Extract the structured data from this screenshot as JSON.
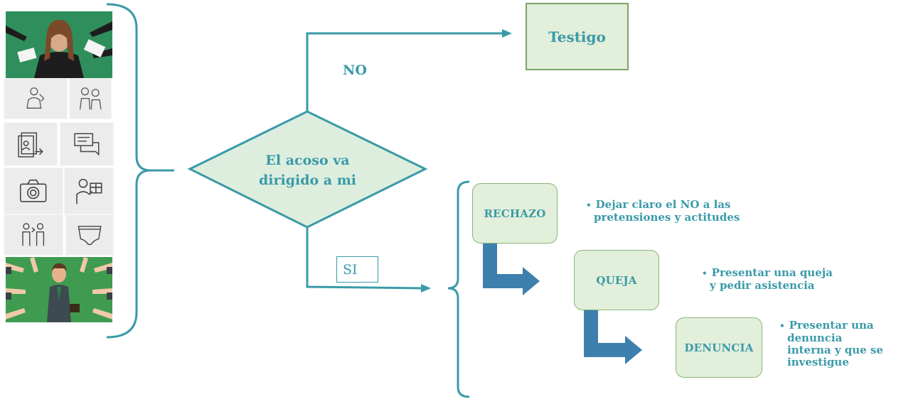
{
  "diagram": {
    "decision": {
      "text_line1": "El acoso va",
      "text_line2": "dirigido a mi"
    },
    "branch_no": {
      "label": "NO",
      "result": "Testigo"
    },
    "branch_si": {
      "label": "SI"
    },
    "steps": [
      {
        "label": "RECHAZO",
        "bullet_lines": [
          "Dejar claro el NO a las",
          "pretensiones y actitudes"
        ]
      },
      {
        "label": "QUEJA",
        "bullet_lines": [
          "Presentar una queja",
          "y pedir asistencia"
        ]
      },
      {
        "label": "DENUNCIA",
        "bullet_lines": [
          "Presentar una",
          "denuncia",
          "interna y que se",
          "investigue"
        ]
      }
    ]
  },
  "colors": {
    "teal": "#3a9aa8",
    "box_fill": "#e2efda",
    "arrow_blue": "#3d80ad",
    "photo_green": "#2f8f5c"
  },
  "icons": [
    "harassment-photo",
    "groping-icon",
    "whisper-icon",
    "document-icon",
    "message-icon",
    "camera-icon",
    "gift-icon",
    "unwanted-approach-icon",
    "underwear-icon",
    "blaming-photo"
  ]
}
